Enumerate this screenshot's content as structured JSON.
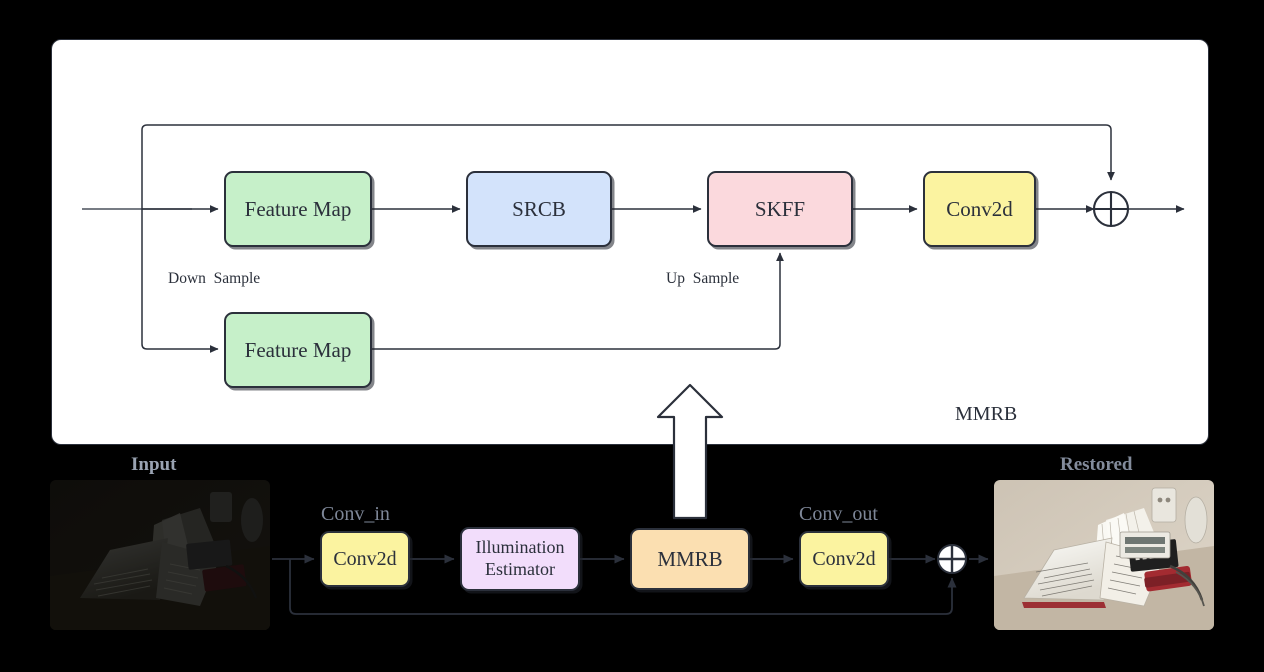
{
  "figure": {
    "title": "MMRB low-light image restoration network diagram",
    "background_color": "#000000"
  },
  "mmrb_panel": {
    "name": "MMRB",
    "label": "MMRB",
    "background_color": "#ffffff",
    "border_color": "#2b303b",
    "blocks": [
      {
        "id": "feature-map-top",
        "label": "Feature Map",
        "color": "#c6f0c9"
      },
      {
        "id": "feature-map-bottom",
        "label": "Feature Map",
        "color": "#c6f0c9"
      },
      {
        "id": "srcb",
        "label": "SRCB",
        "color": "#d3e3fb"
      },
      {
        "id": "skff",
        "label": "SKFF",
        "color": "#fbd9dd"
      },
      {
        "id": "conv2d",
        "label": "Conv2d",
        "color": "#fbf3a0"
      }
    ],
    "edge_labels": {
      "down_sample": "Down  Sample",
      "up_sample": "Up  Sample"
    },
    "sum_operator": "plus-circle"
  },
  "pipeline": {
    "blocks": [
      {
        "id": "conv-in",
        "caption": "Conv_in",
        "label": "Conv2d",
        "color": "#fbf3a0"
      },
      {
        "id": "illum-est",
        "caption": "",
        "label_line1": "Illumination",
        "label_line2": "Estimator",
        "color": "#f2ddfb"
      },
      {
        "id": "mmrb",
        "caption": "",
        "label": "MMRB",
        "color": "#fbdfb1"
      },
      {
        "id": "conv-out",
        "caption": "Conv_out",
        "label": "Conv2d",
        "color": "#fbf3a0"
      }
    ],
    "sum_operator": "plus-circle-filled",
    "caption_color": "#7e8798"
  },
  "images": {
    "input": {
      "caption": "Input",
      "description": "dark low-light photo of an open book on a desk"
    },
    "restored": {
      "caption": "Restored",
      "description": "brightened restored photo of an open book on a desk"
    }
  },
  "colors": {
    "stroke": "#2b303b",
    "panel_bg": "#ffffff",
    "page_bg": "#000000",
    "green": "#c6f0c9",
    "blue": "#d3e3fb",
    "pink": "#fbd9dd",
    "yellow": "#fbf3a0",
    "orange": "#fbdfb1",
    "purple": "#f2ddfb"
  }
}
